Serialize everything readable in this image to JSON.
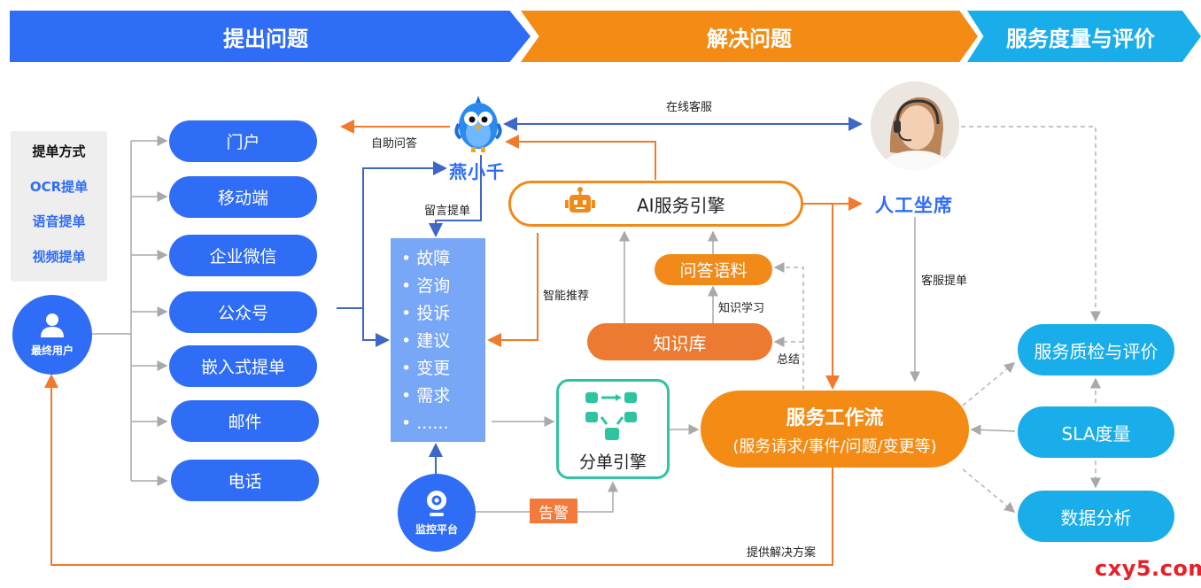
{
  "phases": {
    "propose": "提出问题",
    "solve": "解决问题",
    "evaluate": "服务度量与评价"
  },
  "methods": {
    "title": "提单方式",
    "items": [
      "OCR提单",
      "语音提单",
      "视频提单"
    ]
  },
  "end_user": "最终用户",
  "channels": [
    "门户",
    "移动端",
    "企业微信",
    "公众号",
    "嵌入式提单",
    "邮件",
    "电话"
  ],
  "bot_name": "燕小千",
  "issues": [
    "故障",
    "咨询",
    "投诉",
    "建议",
    "变更",
    "需求",
    "......"
  ],
  "monitor": "监控平台",
  "alert": "告警",
  "ai_engine": "AI服务引擎",
  "qa_corpus": "问答语料",
  "knowledge_base": "知识库",
  "dispatch_engine": "分单引擎",
  "workflow": {
    "title": "服务工作流",
    "subtitle": "(服务请求/事件/问题/变更等)"
  },
  "human_agent": "人工坐席",
  "evaluation": [
    "服务质检与评价",
    "SLA度量",
    "数据分析"
  ],
  "edge_labels": {
    "self_qa": "自助问答",
    "online_service": "在线客服",
    "leave_message": "留言提单",
    "smart_recommend": "智能推荐",
    "knowledge_learning": "知识学习",
    "summary": "总结",
    "agent_ticket": "客服提单",
    "provide_solution": "提供解决方案"
  },
  "watermark": "cxy5.com",
  "colors": {
    "blue": "#2f6df6",
    "orange": "#f18a19",
    "cyan": "#19aeea",
    "teal": "#2ec4a0",
    "alert": "#f47a3c",
    "red": "#e8202a"
  }
}
